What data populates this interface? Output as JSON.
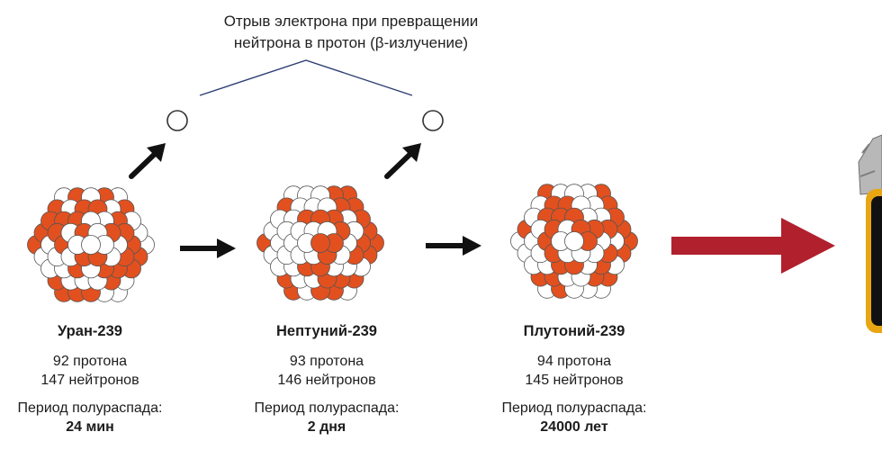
{
  "caption": {
    "line1": "Отрыв электрона при превращении",
    "line2": "нейтрона в протон (β-излучение)"
  },
  "nuclei": [
    {
      "name": "Уран-239",
      "protons": "92 протона",
      "neutrons": "147 нейтронов",
      "half_life_label": "Период полураспада:",
      "half_life_value": "24 мин"
    },
    {
      "name": "Нептуний-239",
      "protons": "93 протона",
      "neutrons": "146 нейтронов",
      "half_life_label": "Период полураспада:",
      "half_life_value": "2 дня"
    },
    {
      "name": "Плутоний-239",
      "protons": "94 протона",
      "neutrons": "145 нейтронов",
      "half_life_label": "Период полураспада:",
      "half_life_value": "24000 лет"
    }
  ],
  "colors": {
    "proton": "#e2501f",
    "neutron": "#ffffff",
    "outline": "#555555",
    "transition_arrow": "#111111",
    "result_arrow": "#b1202d",
    "bracket_line": "#2c3e73",
    "device_frame": "#e8a612",
    "device_body": "#b8b8b8"
  },
  "icons": {
    "electron": "electron-circle",
    "result_device": "warhead-device"
  }
}
